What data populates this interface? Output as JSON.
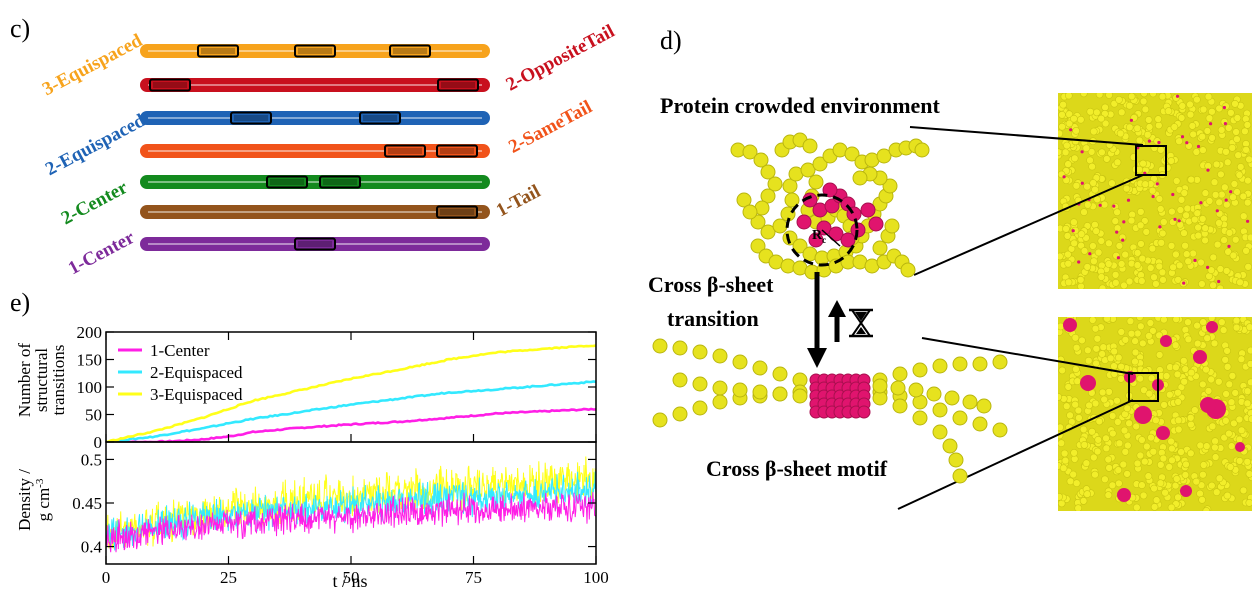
{
  "panels": {
    "c": "c)",
    "d": "d)",
    "e": "e)"
  },
  "panel_c": {
    "left_labels": [
      "3-Equispaced",
      "2-Equispaced",
      "2-Center",
      "1-Center"
    ],
    "right_labels": [
      "2-OppositeTail",
      "2-SameTail",
      "1-Tail"
    ],
    "colors": {
      "3-Equispaced": "#f7a31c",
      "2-OppositeTail": "#c8101e",
      "2-Equispaced": "#1f63b5",
      "2-SameTail": "#f1531a",
      "2-Center": "#138a1e",
      "1-Tail": "#93541c",
      "1-Center": "#7d2a9a"
    },
    "bar_order": [
      "3-Equispaced",
      "2-OppositeTail",
      "2-Equispaced",
      "2-SameTail",
      "2-Center",
      "1-Tail",
      "1-Center"
    ]
  },
  "panel_d": {
    "title_top": "Protein crowded environment",
    "transition_line1": "Cross β-sheet",
    "transition_line2": "transition",
    "motif": "Cross β-sheet motif",
    "rc_label": "R",
    "rc_sub": "c",
    "icons": [
      "hourglass-icon",
      "arrow-up-icon",
      "arrow-down-icon"
    ]
  },
  "chart_data": [
    {
      "type": "line",
      "ylabel_lines": [
        "Number of",
        "structural",
        "transitions"
      ],
      "xlim": [
        0,
        100
      ],
      "ylim": [
        0,
        200
      ],
      "yticks": [
        0,
        50,
        100,
        150,
        200
      ],
      "series": [
        {
          "name": "1-Center",
          "color": "#ff1ee6",
          "x": [
            0,
            10,
            15,
            20,
            25,
            30,
            40,
            50,
            60,
            70,
            75,
            80,
            90,
            100
          ],
          "y": [
            0,
            0,
            2,
            5,
            10,
            18,
            26,
            32,
            37,
            44,
            48,
            52,
            56,
            60
          ]
        },
        {
          "name": "2-Equispaced",
          "color": "#33e9ff",
          "x": [
            0,
            10,
            15,
            20,
            25,
            30,
            40,
            50,
            60,
            70,
            75,
            80,
            90,
            100
          ],
          "y": [
            0,
            10,
            18,
            25,
            34,
            42,
            55,
            68,
            79,
            90,
            93,
            96,
            103,
            110
          ]
        },
        {
          "name": "3-Equispaced",
          "color": "#ffff1a",
          "x": [
            0,
            10,
            15,
            20,
            25,
            30,
            40,
            50,
            60,
            70,
            75,
            80,
            90,
            100
          ],
          "y": [
            0,
            20,
            32,
            45,
            60,
            75,
            95,
            115,
            132,
            150,
            157,
            163,
            170,
            176
          ]
        }
      ]
    },
    {
      "type": "line",
      "ylabel_line1": "Density /",
      "ylabel_line2_base": "g cm",
      "ylabel_line2_sup": "-3",
      "xlabel": "t / ns",
      "xlim": [
        0,
        100
      ],
      "ylim": [
        0.38,
        0.52
      ],
      "xticks": [
        0,
        25,
        50,
        75,
        100
      ],
      "yticks": [
        0.4,
        0.45,
        0.5
      ],
      "series": [
        {
          "name": "3-Equispaced",
          "color": "#ffff1a",
          "noise": 0.022,
          "x": [
            0,
            10,
            20,
            30,
            40,
            50,
            60,
            70,
            80,
            90,
            100
          ],
          "y": [
            0.415,
            0.428,
            0.438,
            0.446,
            0.452,
            0.458,
            0.462,
            0.466,
            0.47,
            0.474,
            0.478
          ]
        },
        {
          "name": "2-Equispaced",
          "color": "#33e9ff",
          "noise": 0.018,
          "x": [
            0,
            10,
            20,
            30,
            40,
            50,
            60,
            70,
            80,
            90,
            100
          ],
          "y": [
            0.413,
            0.423,
            0.432,
            0.438,
            0.443,
            0.447,
            0.452,
            0.455,
            0.458,
            0.462,
            0.465
          ]
        },
        {
          "name": "1-Center",
          "color": "#ff1ee6",
          "noise": 0.016,
          "x": [
            0,
            10,
            20,
            30,
            40,
            50,
            60,
            70,
            80,
            90,
            100
          ],
          "y": [
            0.41,
            0.418,
            0.424,
            0.428,
            0.432,
            0.435,
            0.438,
            0.441,
            0.443,
            0.445,
            0.447
          ]
        }
      ]
    }
  ]
}
